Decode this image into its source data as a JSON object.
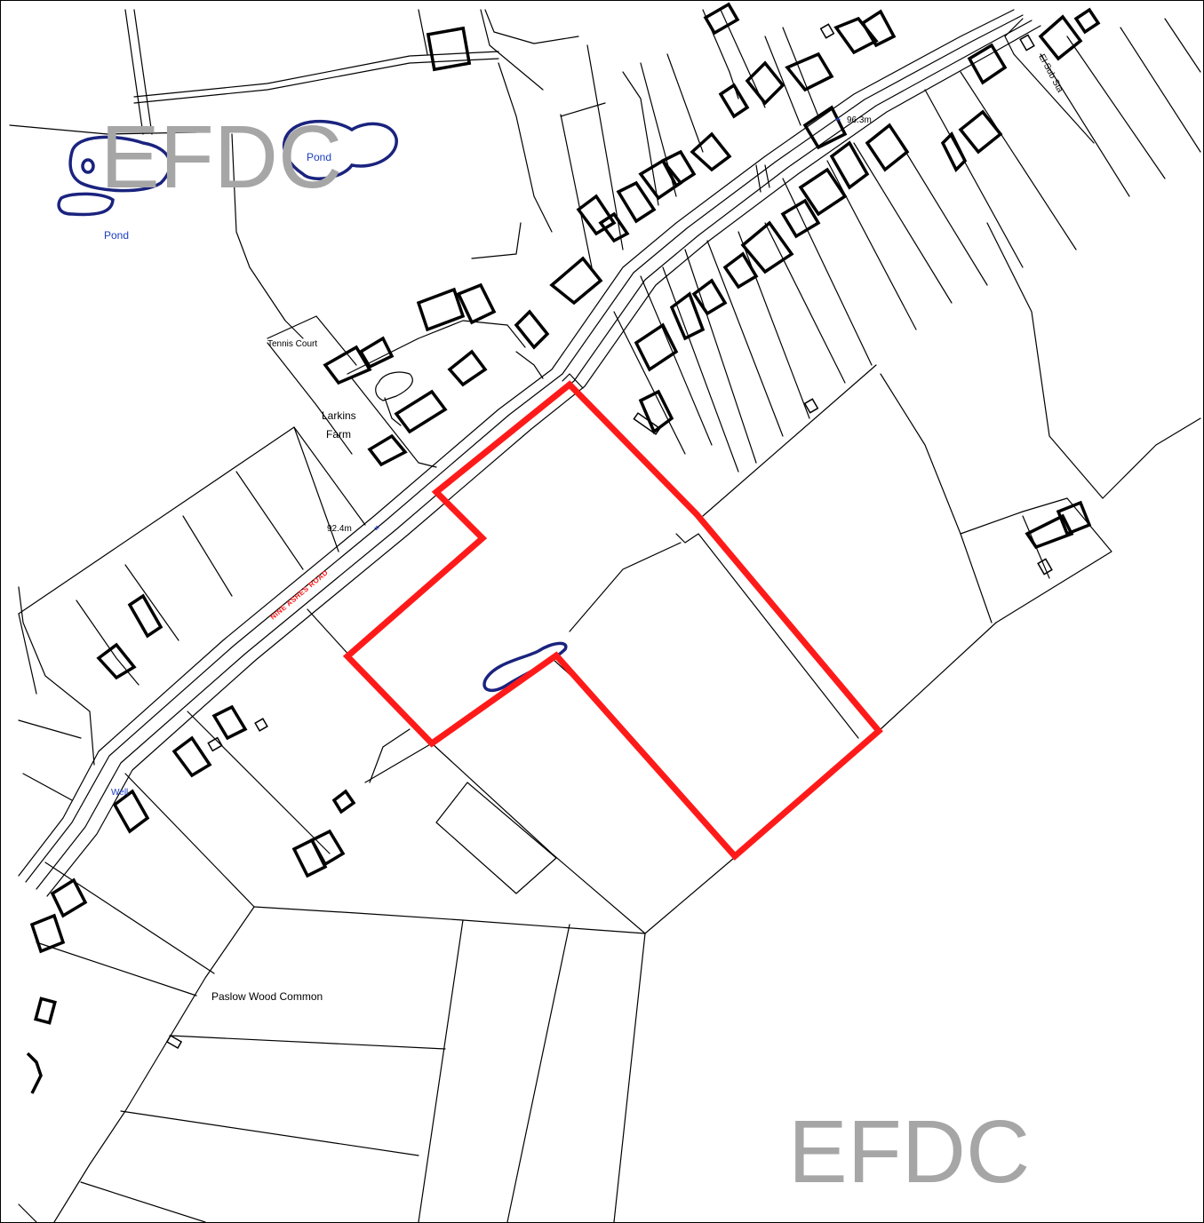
{
  "watermarks": {
    "top": "EFDC",
    "bottom": "EFDC"
  },
  "labels": {
    "pond_left": "Pond",
    "pond_mid": "Pond",
    "tennis_court": "Tennis Court",
    "larkins": "Larkins",
    "farm": "Farm",
    "spot_height_1": "92.4m",
    "spot_height_2": "96.3m",
    "road_name": "NINE ASHES ROAD",
    "el_sub_sta": "El Sub Sta",
    "well": "Well",
    "paslow": "Paslow Wood Common"
  },
  "colors": {
    "site_boundary": "#ff1a1a",
    "water": "#1a237e",
    "water_label": "#1a3ec0",
    "watermark": "#a6a6a6"
  },
  "icons": {
    "benchmark": "+"
  }
}
